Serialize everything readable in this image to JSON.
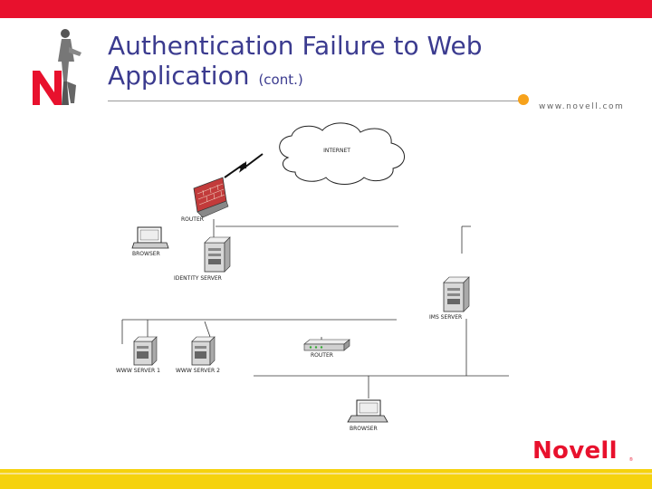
{
  "slide": {
    "title_main": "Authentication Failure to Web Application",
    "title_line1": "Authentication Failure to Web",
    "title_line2": "Application",
    "title_suffix": "(cont.)",
    "url": "www.novell.com",
    "brand": "Novell",
    "brand_tm": "®"
  },
  "diagram": {
    "internet": "INTERNET",
    "router_top": "ROUTER",
    "browser_left": "BROWSER",
    "identity_server": "IDENTITY SERVER",
    "ims_server": "IMS SERVER",
    "www_server_1": "WWW SERVER 1",
    "www_server_2": "WWW SERVER 2",
    "router_mid": "ROUTER",
    "browser_bottom": "BROWSER"
  },
  "colors": {
    "top_bar": "#e8112d",
    "title": "#3b3b8f",
    "accent_dot": "#f7a21b",
    "bottom_bar": "#f5d20e",
    "brand": "#e8112d"
  }
}
